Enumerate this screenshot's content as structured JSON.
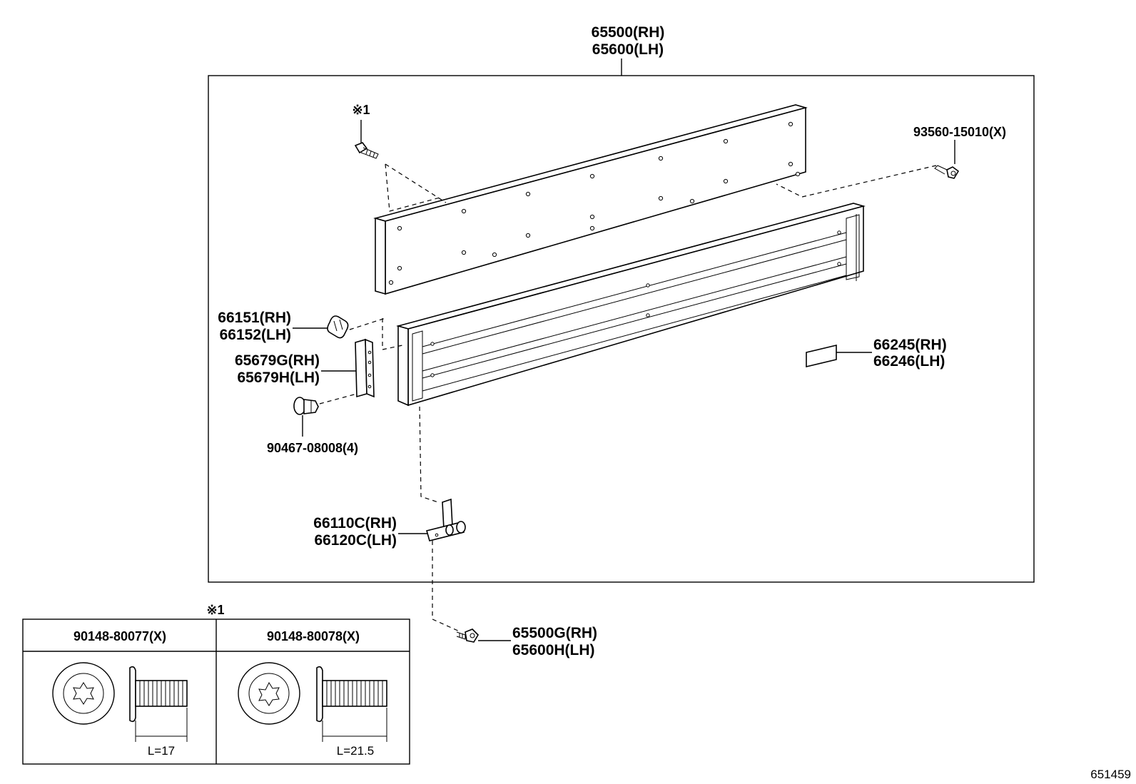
{
  "labels": {
    "tailgate_rh": "65500(RH)",
    "tailgate_lh": "65600(LH)",
    "screw_note": "※1",
    "bolt_93560": "93560-15010(X)",
    "hook_rh": "66151(RH)",
    "hook_lh": "66152(LH)",
    "bracket_rh": "65679G(RH)",
    "bracket_lh": "65679H(LH)",
    "clip": "90467-08008(4)",
    "plate_rh": "66245(RH)",
    "plate_lh": "66246(LH)",
    "hinge_rh": "66110C(RH)",
    "hinge_lh": "66120C(LH)",
    "bolt_g_rh": "65500G(RH)",
    "bolt_h_lh": "65600H(LH)"
  },
  "inset": {
    "note": "※1",
    "left": {
      "part_no": "90148-80077(X)",
      "length": "L=17"
    },
    "right": {
      "part_no": "90148-80078(X)",
      "length": "L=21.5"
    }
  },
  "figure_id": "651459"
}
